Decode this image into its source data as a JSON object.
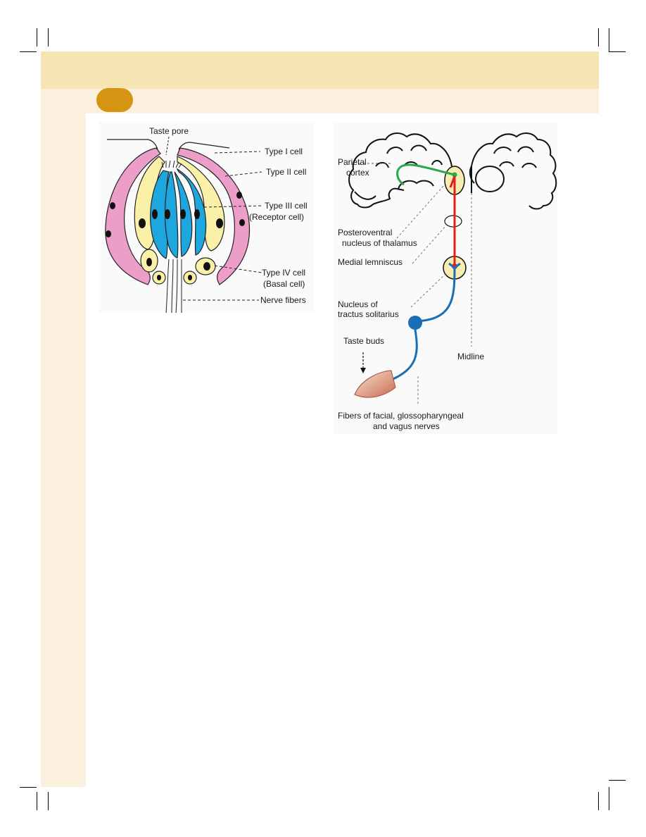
{
  "figure_left": {
    "labels": {
      "taste_pore": "Taste pore",
      "type1": "Type I cell",
      "type2": "Type II cell",
      "type3_line1": "Type III cell",
      "type3_line2": "(Receptor cell)",
      "type4_line1": "Type IV cell",
      "type4_line2": "(Basal cell)",
      "nerve_fibers": "Nerve fibers"
    }
  },
  "figure_right": {
    "labels": {
      "parietal_line1": "Parietal",
      "parietal_line2": "cortex",
      "posteroventral_line1": "Posteroventral",
      "posteroventral_line2": "nucleus of thalamus",
      "medial_lemniscus": "Medial lemniscus",
      "nucleus_line1": "Nucleus of",
      "nucleus_line2": "tractus solitarius",
      "taste_buds": "Taste buds",
      "midline": "Midline",
      "fibers_line1": "Fibers of facial, glossopharyngeal",
      "fibers_line2": "and vagus nerves"
    },
    "colors": {
      "cortical_path": "#27a84a",
      "lemniscal_path": "#e0201c",
      "afferent_path": "#1a6fb4",
      "nucleus_fill": "#f8ecb0"
    }
  },
  "colors": {
    "band_top": "#f6e4b2",
    "band_sub": "#fbf0dd",
    "pill": "#d59512",
    "type1_cell": "#ec9ec8",
    "type2_cell": "#faf0a8",
    "type3_cell": "#1ea6df"
  }
}
